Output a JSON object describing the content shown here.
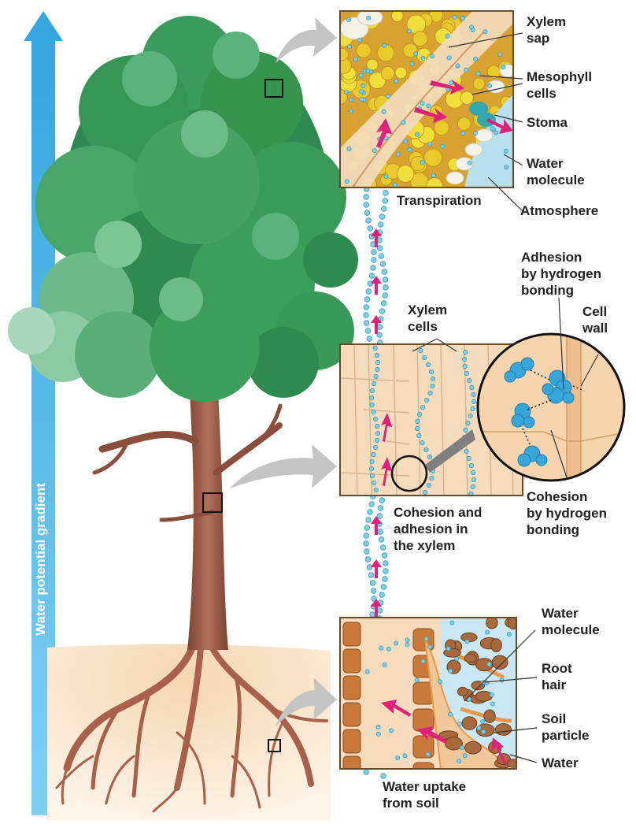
{
  "gradient_label": "Water potential gradient",
  "panels": {
    "leaf": {
      "title": "Transpiration",
      "labels": [
        "Xylem\nsap",
        "Mesophyll\ncells",
        "Stoma",
        "Water\nmolecule",
        "Atmosphere"
      ]
    },
    "stem": {
      "title": "Cohesion and\nadhesion in\nthe xylem",
      "labels": [
        "Xylem\ncells",
        "Adhesion\nby hydrogen\nbonding",
        "Cell\nwall",
        "Cohesion\nby hydrogen\nbonding"
      ]
    },
    "root": {
      "title": "Water uptake\nfrom soil",
      "labels": [
        "Water\nmolecule",
        "Root\nhair",
        "Soil\nparticle",
        "Water"
      ]
    }
  },
  "colors": {
    "gradient_arrow": "#3fb0e6",
    "foliage": "#3f9a5e",
    "trunk": "#9b5a44",
    "soil": "#f6e2c6",
    "water": "#7fd0e6",
    "flow_arrow": "#e0207a",
    "pointer_arrow": "#c4c4c4"
  }
}
